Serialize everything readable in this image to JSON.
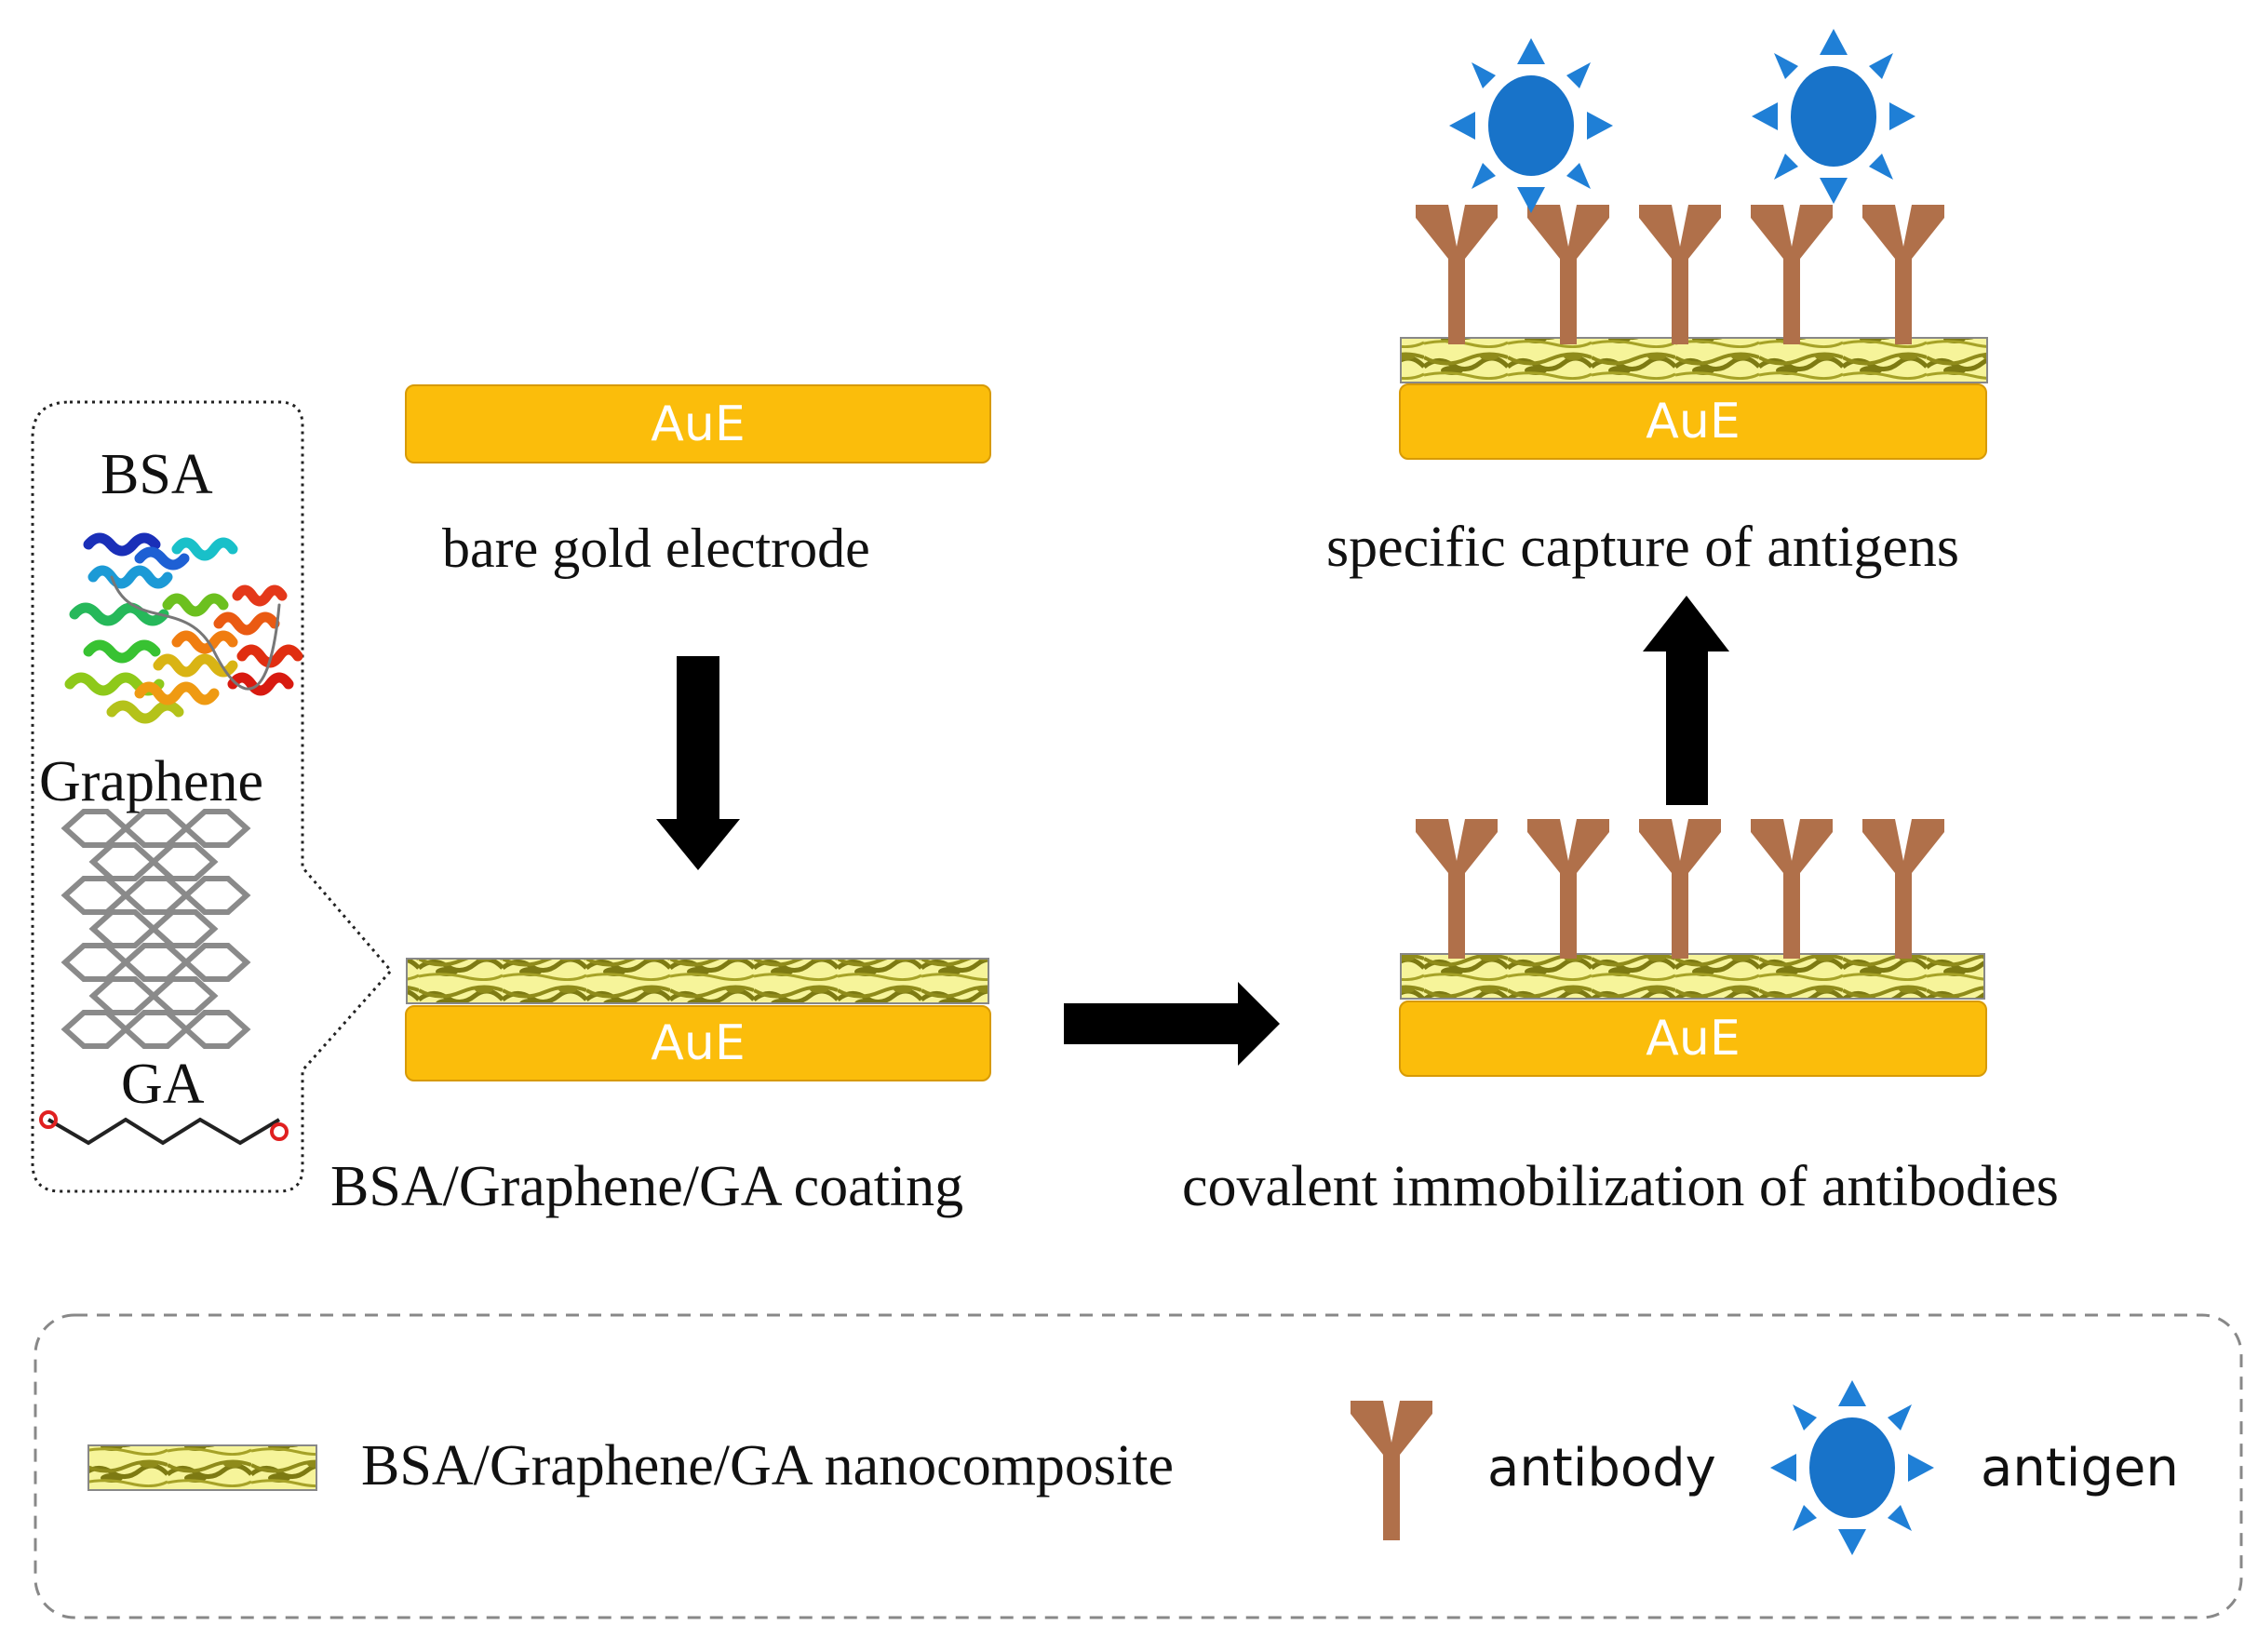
{
  "inset": {
    "bsa_label": "BSA",
    "graphene_label": "Graphene",
    "ga_label": "GA"
  },
  "electrode_label": "AuE",
  "steps": {
    "bare": "bare gold electrode",
    "coating": "BSA/Graphene/GA coating",
    "immobilization": "covalent immobilization of antibodies",
    "capture": "specific capture of antigens"
  },
  "legend": {
    "nanocomposite": "BSA/Graphene/GA nanocomposite",
    "antibody": "antibody",
    "antigen": "antigen"
  },
  "colors": {
    "gold": "#fbbd0b",
    "composite_light": "#f6f49a",
    "composite_dark": "#7d7a12",
    "antibody": "#b0704a",
    "antigen": "#1873c9",
    "arrow": "#000000"
  },
  "icons": [
    "protein-structure-icon",
    "graphene-lattice-icon",
    "glutaraldehyde-molecule-icon",
    "antibody-icon",
    "antigen-icon"
  ]
}
